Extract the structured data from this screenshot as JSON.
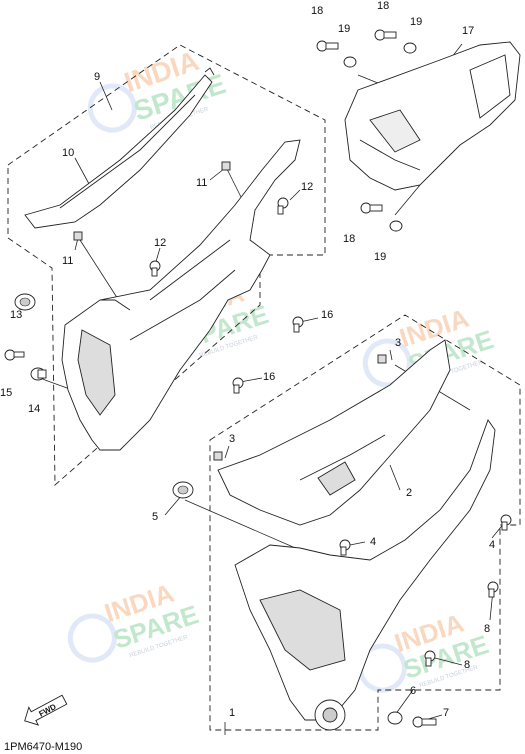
{
  "diagram_code": "1PM6470-M190",
  "fwd_label": "FWD",
  "watermark": {
    "brand_top": "INDIA",
    "brand_bottom": "SPARE",
    "tagline": "REBUILD TOGETHER",
    "color_top": "#f5b98a",
    "color_bottom": "#8fd3a3"
  },
  "callouts": [
    "1",
    "2",
    "3",
    "3",
    "4",
    "4",
    "5",
    "6",
    "7",
    "8",
    "8",
    "9",
    "10",
    "11",
    "11",
    "12",
    "12",
    "13",
    "14",
    "15",
    "16",
    "16",
    "17",
    "18",
    "18",
    "19",
    "19"
  ]
}
